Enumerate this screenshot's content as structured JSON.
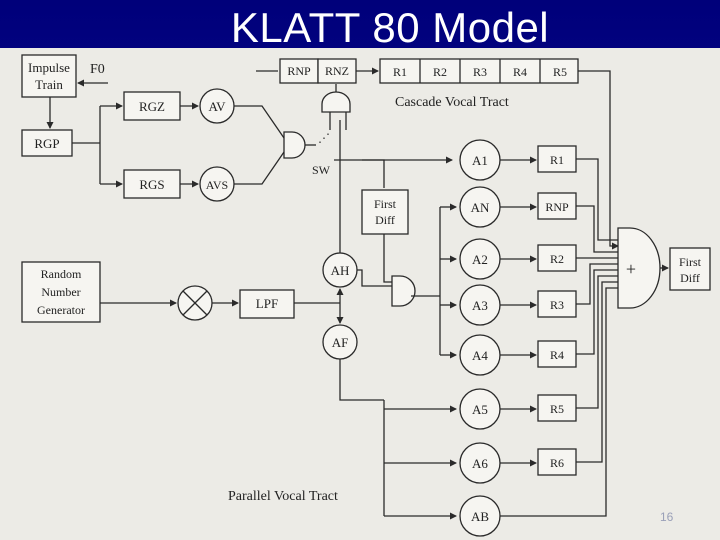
{
  "slide": {
    "title": "KLATT 80 Model",
    "page_number": "16"
  },
  "diagram": {
    "impulse_train": [
      "Impulse",
      "Train"
    ],
    "f0": "F0",
    "rgz": "RGZ",
    "av": "AV",
    "rgp": "RGP",
    "rgs": "RGS",
    "avs": "AVS",
    "sw": "SW",
    "rnp_top": "RNP",
    "rnz": "RNZ",
    "cascade_resonators": [
      "R1",
      "R2",
      "R3",
      "R4",
      "R5"
    ],
    "cascade_label": "Cascade Vocal Tract",
    "first_diff_mid": [
      "First",
      "Diff"
    ],
    "random_gen": [
      "Random",
      "Number",
      "Generator"
    ],
    "lpf": "LPF",
    "ah": "AH",
    "af": "AF",
    "parallel_amps": [
      "A1",
      "AN",
      "A2",
      "A3",
      "A4",
      "A5",
      "A6",
      "AB"
    ],
    "parallel_resonators": [
      "R1",
      "RNP",
      "R2",
      "R3",
      "R4",
      "R5",
      "R6"
    ],
    "sum_symbol": "+",
    "first_diff_out": [
      "First",
      "Diff"
    ],
    "parallel_label": "Parallel Vocal Tract"
  },
  "colors": {
    "title_bg": "#00007a",
    "figure_bg": "#ecebe6",
    "stroke": "#2a2a2a"
  }
}
